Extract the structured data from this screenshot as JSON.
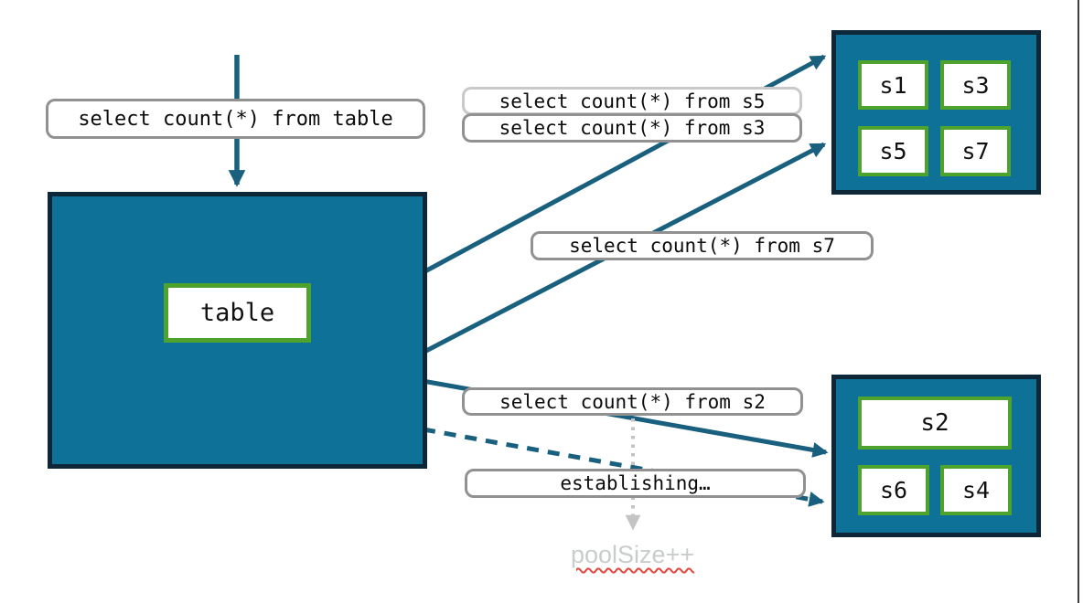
{
  "labels": {
    "query_table": "select count(*) from table",
    "query_s5": "select count(*) from s5",
    "query_s3": "select count(*) from s3",
    "query_s7": "select count(*) from s7",
    "query_s2": "select count(*) from s2",
    "establishing": "establishing…",
    "pool_size": "poolSize++"
  },
  "nodes": {
    "table": {
      "label": "table"
    },
    "shard_group_top": {
      "shards": [
        "s1",
        "s3",
        "s5",
        "s7"
      ]
    },
    "shard_group_bottom": {
      "shards": [
        "s2",
        "s6",
        "s4"
      ]
    }
  },
  "colors": {
    "node_fill": "#0e7197",
    "node_border": "#0d2738",
    "shard_border": "#4da32c",
    "arrow": "#19607f",
    "label_border": "#919191",
    "label_border_light": "#c9c9c9",
    "pending_arrow": "#c4c4c4",
    "muted_text": "#c9cccc",
    "squiggle": "#e0473d"
  }
}
